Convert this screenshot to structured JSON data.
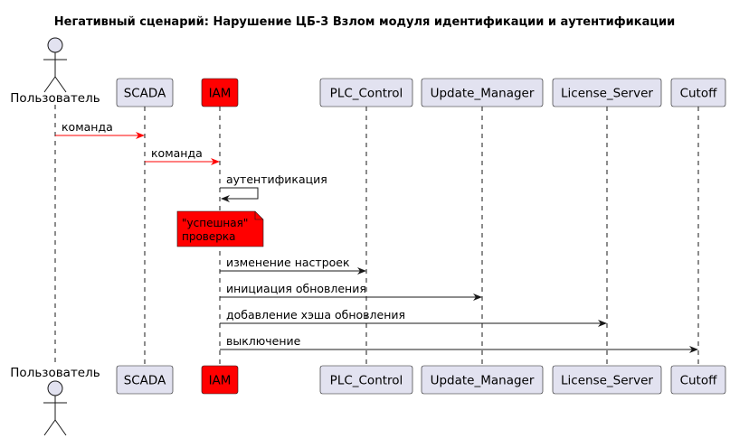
{
  "title": "Негативный сценарий: Нарушение ЦБ-3 Взлом модуля идентификации и аутентификации",
  "colors": {
    "participant_fill": "#e2e2f0",
    "participant_stroke": "#181818",
    "highlight_fill": "#ff0000",
    "lifeline": "#181818",
    "attack_arrow": "#ff0000",
    "normal_arrow": "#181818"
  },
  "participants": [
    {
      "name": "Пользователь",
      "kind": "actor"
    },
    {
      "name": "SCADA",
      "kind": "participant"
    },
    {
      "name": "IAM",
      "kind": "participant",
      "highlight": true
    },
    {
      "name": "PLC_Control",
      "kind": "participant"
    },
    {
      "name": "Update_Manager",
      "kind": "participant"
    },
    {
      "name": "License_Server",
      "kind": "participant"
    },
    {
      "name": "Cutoff",
      "kind": "participant"
    }
  ],
  "messages": [
    {
      "from": "Пользователь",
      "to": "SCADA",
      "label": "команда",
      "color": "red"
    },
    {
      "from": "SCADA",
      "to": "IAM",
      "label": "команда",
      "color": "red"
    },
    {
      "from": "IAM",
      "to": "IAM",
      "label": "аутентификация",
      "color": "black"
    },
    {
      "note": [
        "\"успешная\"",
        "проверка"
      ],
      "over": "IAM"
    },
    {
      "from": "IAM",
      "to": "PLC_Control",
      "label": "изменение настроек",
      "color": "black"
    },
    {
      "from": "IAM",
      "to": "Update_Manager",
      "label": "инициация обновления",
      "color": "black"
    },
    {
      "from": "IAM",
      "to": "License_Server",
      "label": "добавление хэша обновления",
      "color": "black"
    },
    {
      "from": "IAM",
      "to": "Cutoff",
      "label": "выключение",
      "color": "black"
    }
  ]
}
